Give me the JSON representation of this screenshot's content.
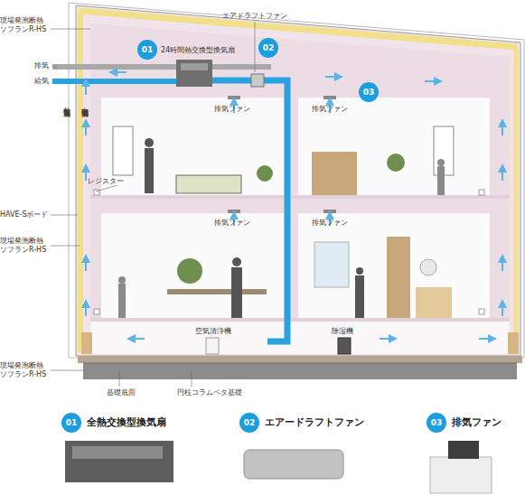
{
  "diagram": {
    "nodes": [
      {
        "text": [
          "01"
        ]
      },
      {
        "text": [
          "02"
        ]
      },
      {
        "text": [
          "03"
        ]
      },
      {
        "text": [
          "01",
          "全熱交換型換気扇"
        ]
      },
      {
        "text": [
          "02",
          "エアードラフトファン"
        ]
      },
      {
        "text": [
          "03",
          "排気ファン"
        ]
      }
    ],
    "labels": [
      "現場発泡断熱 ソフランR-HS",
      "エアドラフトファン",
      "24時間熱交換型換気扇",
      "排気",
      "給気",
      "外部通気層",
      "内部通気層",
      "排気ファン",
      "排気ファン",
      "レジスター",
      "HAVE-Sボード",
      "排気ファン",
      "排気ファン",
      "現場発泡断熱 ソフランR-HS",
      "空気清浄機",
      "除湿機",
      "現場発泡断熱 ソフランR-HS",
      "基礎底面",
      "円柱コラムベタ基礎"
    ]
  }
}
